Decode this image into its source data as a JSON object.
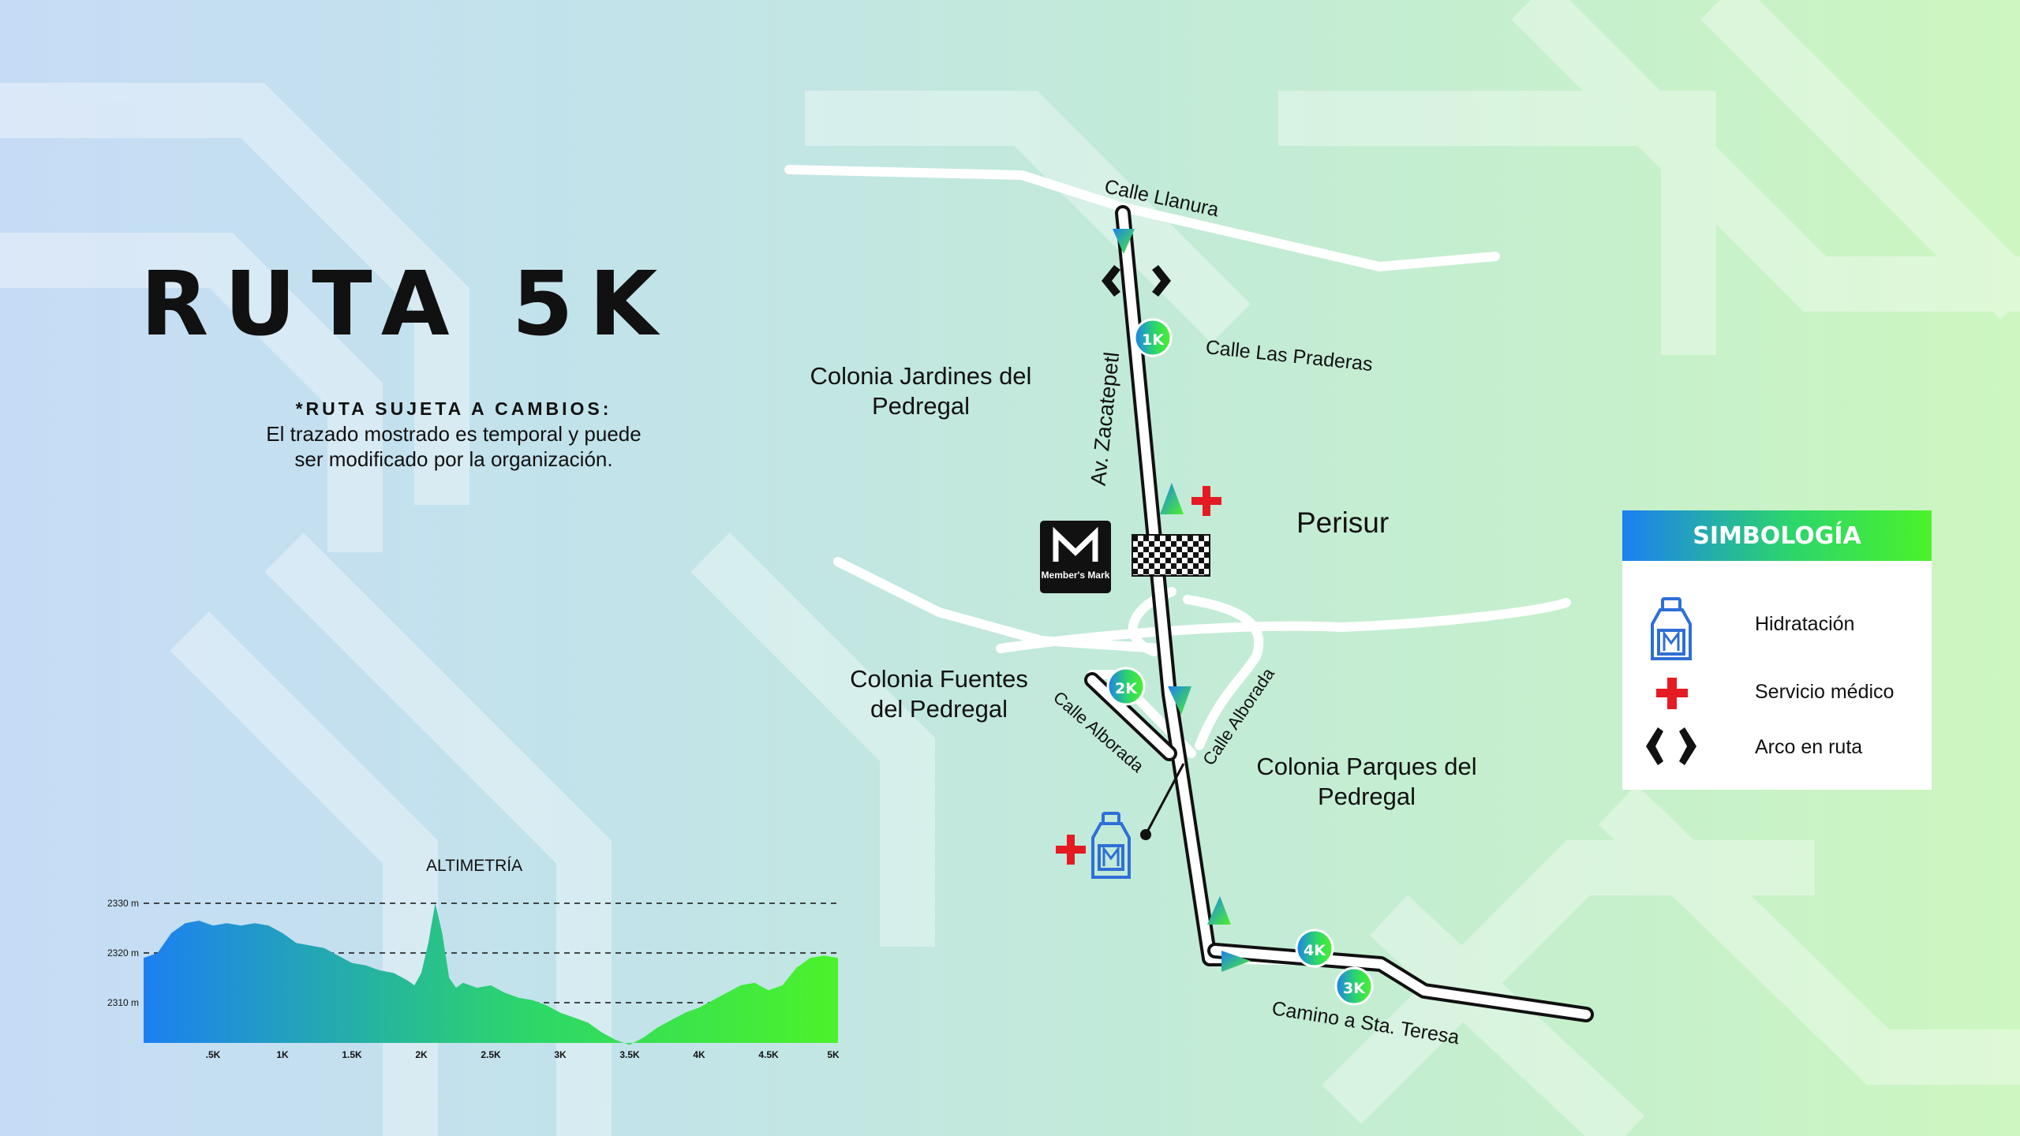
{
  "title": "RUTA 5K",
  "disclaimer": {
    "heading": "*RUTA SUJETA A CAMBIOS:",
    "line1": "El trazado mostrado es temporal y puede",
    "line2": "ser modificado por la organización."
  },
  "map": {
    "streets": {
      "calle_llanura": "Calle Llanura",
      "av_zacatepetl": "Av. Zacatepetl",
      "calle_las_praderas": "Calle Las Praderas",
      "calle_alborada_left": "Calle Alborada",
      "calle_alborada_right": "Calle Alborada",
      "camino_sta_teresa": "Camino a Sta. Teresa"
    },
    "areas": {
      "jardines": "Colonia Jardines del Pedregal",
      "fuentes": "Colonia Fuentes del Pedregal",
      "parques": "Colonia Parques del Pedregal",
      "perisur": "Perisur"
    },
    "km_markers": [
      "1K",
      "2K",
      "3K",
      "4K"
    ],
    "logo_text": "Member's Mark",
    "logo_letter": "M"
  },
  "legend": {
    "title": "SIMBOLOGÍA",
    "items": [
      {
        "label": "Hidratación",
        "icon": "water-bottle-icon"
      },
      {
        "label": "Servicio médico",
        "icon": "medical-cross-icon"
      },
      {
        "label": "Arco en ruta",
        "icon": "arch-icon"
      }
    ]
  },
  "chart_data": {
    "type": "area",
    "title": "ALTIMETRÍA",
    "xlabel": "",
    "ylabel": "",
    "x_tick_labels": [
      ".5K",
      "1K",
      "1.5K",
      "2K",
      "2.5K",
      "3K",
      "3.5K",
      "4K",
      "4.5K",
      "5K"
    ],
    "y_tick_labels": [
      "2330 m",
      "2320 m",
      "2310 m"
    ],
    "xlim": [
      0,
      5
    ],
    "ylim": [
      2301,
      2330
    ],
    "grid": "dashed horizontal at 2310, 2320, 2330",
    "x": [
      0,
      0.1,
      0.2,
      0.3,
      0.4,
      0.5,
      0.6,
      0.7,
      0.8,
      0.9,
      1.0,
      1.1,
      1.2,
      1.3,
      1.4,
      1.5,
      1.6,
      1.7,
      1.8,
      1.9,
      1.95,
      2.0,
      2.05,
      2.1,
      2.15,
      2.2,
      2.25,
      2.3,
      2.4,
      2.5,
      2.6,
      2.7,
      2.8,
      2.9,
      3.0,
      3.1,
      3.2,
      3.3,
      3.4,
      3.5,
      3.6,
      3.7,
      3.8,
      3.9,
      4.0,
      4.1,
      4.2,
      4.3,
      4.4,
      4.5,
      4.6,
      4.7,
      4.8,
      4.9,
      5.0
    ],
    "y": [
      2319,
      2320,
      2324,
      2326,
      2326.5,
      2325.5,
      2326,
      2325.5,
      2326,
      2325.5,
      2324,
      2322,
      2321.5,
      2321,
      2319.5,
      2318,
      2317.5,
      2316.5,
      2316,
      2314.5,
      2313.5,
      2316,
      2322,
      2330,
      2324,
      2315,
      2313,
      2314,
      2313,
      2313.5,
      2312,
      2311,
      2310.5,
      2309.5,
      2308,
      2307,
      2306,
      2304,
      2302.5,
      2301.5,
      2303,
      2305,
      2306.5,
      2308,
      2309,
      2310.5,
      2312,
      2313.5,
      2314,
      2312.5,
      2313.5,
      2317,
      2319,
      2319.5,
      2319
    ]
  },
  "colors": {
    "route": "#ffffff",
    "gradient_start": "#1d7ff2",
    "gradient_end": "#4cf22a",
    "medical": "#e41b23",
    "text": "#111111"
  }
}
